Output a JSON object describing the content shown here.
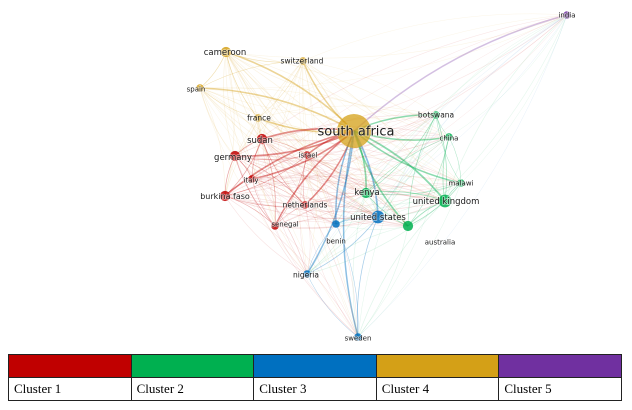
{
  "clusters": [
    {
      "id": 1,
      "label": "Cluster 1",
      "color": "#c00000"
    },
    {
      "id": 2,
      "label": "Cluster 2",
      "color": "#00b050"
    },
    {
      "id": 3,
      "label": "Cluster 3",
      "color": "#0070c0"
    },
    {
      "id": 4,
      "label": "Cluster 4",
      "color": "#d4a017"
    },
    {
      "id": 5,
      "label": "Cluster 5",
      "color": "#7030a0"
    }
  ],
  "nodes": [
    {
      "id": "south-africa",
      "label": "south africa",
      "cluster": 4,
      "weight": 10
    },
    {
      "id": "cameroon",
      "label": "cameroon",
      "cluster": 4,
      "weight": 3
    },
    {
      "id": "switzerland",
      "label": "switzerland",
      "cluster": 4,
      "weight": 2
    },
    {
      "id": "spain",
      "label": "spain",
      "cluster": 4,
      "weight": 2
    },
    {
      "id": "france",
      "label": "france",
      "cluster": 4,
      "weight": 2
    },
    {
      "id": "sudan",
      "label": "sudan",
      "cluster": 1,
      "weight": 3
    },
    {
      "id": "germany",
      "label": "germany",
      "cluster": 1,
      "weight": 3
    },
    {
      "id": "israel",
      "label": "israel",
      "cluster": 1,
      "weight": 2
    },
    {
      "id": "italy",
      "label": "italy",
      "cluster": 1,
      "weight": 2
    },
    {
      "id": "burkina-faso",
      "label": "burkina faso",
      "cluster": 1,
      "weight": 3
    },
    {
      "id": "netherlands",
      "label": "netherlands",
      "cluster": 1,
      "weight": 2
    },
    {
      "id": "senegal",
      "label": "senegal",
      "cluster": 1,
      "weight": 2
    },
    {
      "id": "botswana",
      "label": "botswana",
      "cluster": 2,
      "weight": 2
    },
    {
      "id": "china",
      "label": "china",
      "cluster": 2,
      "weight": 2
    },
    {
      "id": "kenya",
      "label": "kenya",
      "cluster": 2,
      "weight": 3
    },
    {
      "id": "malawi",
      "label": "malawi",
      "cluster": 2,
      "weight": 2
    },
    {
      "id": "united-kingdom",
      "label": "united kingdom",
      "cluster": 2,
      "weight": 4
    },
    {
      "id": "australia",
      "label": "australia",
      "cluster": 2,
      "weight": 3
    },
    {
      "id": "united-states",
      "label": "united states",
      "cluster": 3,
      "weight": 4
    },
    {
      "id": "benin",
      "label": "benin",
      "cluster": 3,
      "weight": 2
    },
    {
      "id": "nigeria",
      "label": "nigeria",
      "cluster": 3,
      "weight": 2
    },
    {
      "id": "sweden",
      "label": "sweden",
      "cluster": 3,
      "weight": 2
    },
    {
      "id": "india",
      "label": "india",
      "cluster": 5,
      "weight": 2
    }
  ]
}
